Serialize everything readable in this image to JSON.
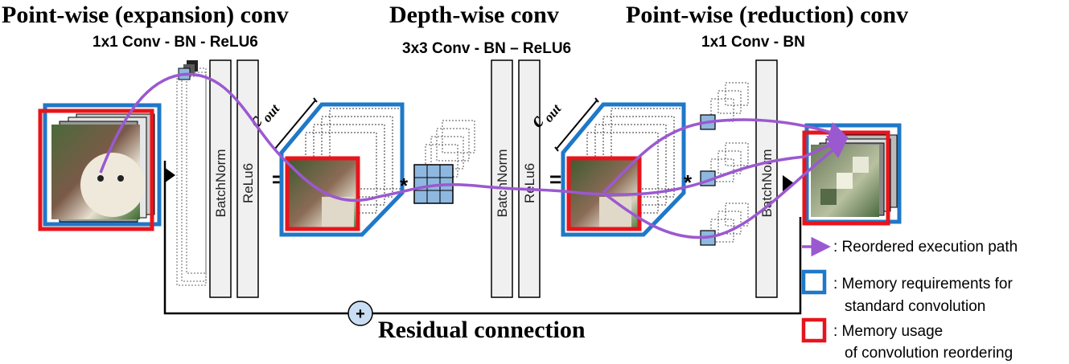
{
  "titles": {
    "expansion": "Point-wise (expansion) conv",
    "depthwise": "Depth-wise conv",
    "reduction": "Point-wise (reduction) conv"
  },
  "subtitles": {
    "expansion": "1x1 Conv - BN - ReLU6",
    "depthwise": "3x3 Conv - BN – ReLU6",
    "reduction": "1x1 Conv - BN"
  },
  "bars": {
    "batchnorm_1": "BatchNorm",
    "relu_1": "ReLu6",
    "batchnorm_2": "BatchNorm",
    "relu_2": "ReLu6",
    "batchnorm_3": "BatchNorm"
  },
  "cout": {
    "label_1": "c",
    "sub_1": "out",
    "label_2": "c",
    "sub_2": "out"
  },
  "operators": {
    "equals_1": "=",
    "equals_2": "=",
    "conv_1": "*",
    "conv_2": "*",
    "add": "+"
  },
  "residual": "Residual connection",
  "legend": {
    "path": ": Reordered execution path",
    "blue_line1": ": Memory requirements for",
    "blue_line2": "standard convolution",
    "red_line1": ": Memory usage",
    "red_line2": "of convolution reordering"
  },
  "colors": {
    "path": "#9b59d0",
    "blue": "#1f78c8",
    "red": "#e8141c",
    "kernel": "#8fb8e0",
    "bar_fill": "#f0f0f0"
  }
}
